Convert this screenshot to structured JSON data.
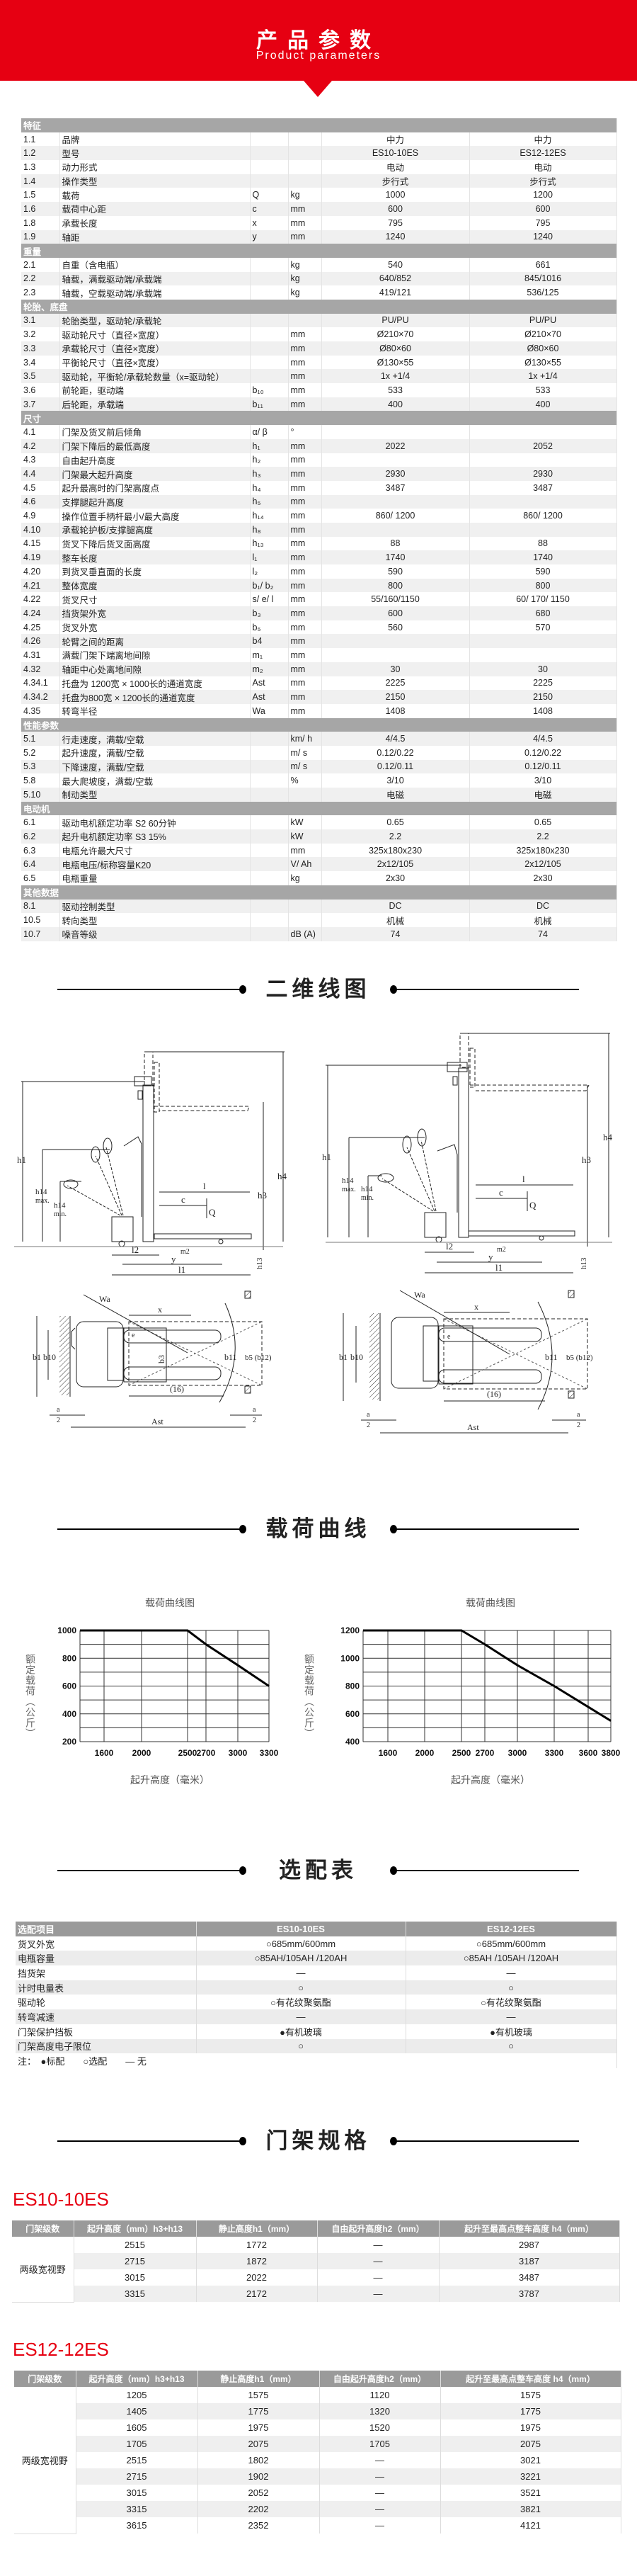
{
  "header": {
    "title": "产品参数",
    "subtitle": "Product parameters",
    "brand_color": "#e60012"
  },
  "spec_table": {
    "sections": [
      {
        "title": "特征",
        "rows": [
          [
            "1.1",
            "品牌",
            "",
            "",
            "中力",
            "中力"
          ],
          [
            "1.2",
            "型号",
            "",
            "",
            "ES10-10ES",
            "ES12-12ES"
          ],
          [
            "1.3",
            "动力形式",
            "",
            "",
            "电动",
            "电动"
          ],
          [
            "1.4",
            "操作类型",
            "",
            "",
            "步行式",
            "步行式"
          ],
          [
            "1.5",
            "载荷",
            "Q",
            "kg",
            "1000",
            "1200"
          ],
          [
            "1.6",
            "载荷中心距",
            "c",
            "mm",
            "600",
            "600"
          ],
          [
            "1.8",
            "承载长度",
            "x",
            "mm",
            "795",
            "795"
          ],
          [
            "1.9",
            "轴距",
            "y",
            "mm",
            "1240",
            "1240"
          ]
        ]
      },
      {
        "title": "重量",
        "rows": [
          [
            "2.1",
            "自重（含电瓶）",
            "",
            "kg",
            "540",
            "661"
          ],
          [
            "2.2",
            "轴载，满载驱动端/承载端",
            "",
            "kg",
            "640/852",
            "845/1016"
          ],
          [
            "2.3",
            "轴载，空载驱动端/承载端",
            "",
            "kg",
            "419/121",
            "536/125"
          ]
        ]
      },
      {
        "title": "轮胎、底盘",
        "rows": [
          [
            "3.1",
            "轮胎类型，驱动轮/承载轮",
            "",
            "",
            "PU/PU",
            "PU/PU"
          ],
          [
            "3.2",
            "驱动轮尺寸（直径×宽度）",
            "",
            "mm",
            "Ø210×70",
            "Ø210×70"
          ],
          [
            "3.3",
            "承载轮尺寸（直径×宽度）",
            "",
            "mm",
            "Ø80×60",
            "Ø80×60"
          ],
          [
            "3.4",
            "平衡轮尺寸（直径×宽度）",
            "",
            "mm",
            "Ø130×55",
            "Ø130×55"
          ],
          [
            "3.5",
            "驱动轮，平衡轮/承载轮数量（x=驱动轮）",
            "",
            "mm",
            "1x +1/4",
            "1x +1/4"
          ],
          [
            "3.6",
            "前轮距，驱动端",
            "b₁₀",
            "mm",
            "533",
            "533"
          ],
          [
            "3.7",
            "后轮距，承载端",
            "b₁₁",
            "mm",
            "400",
            "400"
          ]
        ]
      },
      {
        "title": "尺寸",
        "rows": [
          [
            "4.1",
            "门架及货叉前后倾角",
            "α/ β",
            "°",
            "",
            ""
          ],
          [
            "4.2",
            "门架下降后的最低高度",
            "h₁",
            "mm",
            "2022",
            "2052"
          ],
          [
            "4.3",
            "自由起升高度",
            "h₂",
            "mm",
            "",
            ""
          ],
          [
            "4.4",
            "门架最大起升高度",
            "h₃",
            "mm",
            "2930",
            "2930"
          ],
          [
            "4.5",
            "起升最高时的门架高度点",
            "h₄",
            "mm",
            "3487",
            "3487"
          ],
          [
            "4.6",
            "支撑腿起升高度",
            "h₅",
            "mm",
            "",
            ""
          ],
          [
            "4.9",
            "操作位置手柄杆最小/最大高度",
            "h₁₄",
            "mm",
            "860/ 1200",
            "860/ 1200"
          ],
          [
            "4.10",
            "承载轮护板/支撑腿高度",
            "h₈",
            "mm",
            "",
            ""
          ],
          [
            "4.15",
            "货叉下降后货叉面高度",
            "h₁₃",
            "mm",
            "88",
            "88"
          ],
          [
            "4.19",
            "整车长度",
            "l₁",
            "mm",
            "1740",
            "1740"
          ],
          [
            "4.20",
            "到货叉垂直面的长度",
            "l₂",
            "mm",
            "590",
            "590"
          ],
          [
            "4.21",
            "整体宽度",
            "b₁/ b₂",
            "mm",
            "800",
            "800"
          ],
          [
            "4.22",
            "货叉尺寸",
            "s/ e/ l",
            "mm",
            "55/160/1150",
            "60/ 170/ 1150"
          ],
          [
            "4.24",
            "挡货架外宽",
            "b₃",
            "mm",
            "600",
            "680"
          ],
          [
            "4.25",
            "货叉外宽",
            "b₅",
            "mm",
            "560",
            "570"
          ],
          [
            "4.26",
            "轮臂之间的距离",
            "b4",
            "mm",
            "",
            ""
          ],
          [
            "4.31",
            "满载门架下端离地间隙",
            "m₁",
            "mm",
            "",
            ""
          ],
          [
            "4.32",
            "轴距中心处离地间隙",
            "m₂",
            "mm",
            "30",
            "30"
          ],
          [
            "4.34.1",
            "托盘为 1200宽 × 1000长的通道宽度",
            "Ast",
            "mm",
            "2225",
            "2225"
          ],
          [
            "4.34.2",
            "托盘为800宽 × 1200长的通道宽度",
            "Ast",
            "mm",
            "2150",
            "2150"
          ],
          [
            "4.35",
            "转弯半径",
            "Wa",
            "mm",
            "1408",
            "1408"
          ]
        ]
      },
      {
        "title": "性能参数",
        "rows": [
          [
            "5.1",
            "行走速度，满载/空载",
            "",
            "km/ h",
            "4/4.5",
            "4/4.5"
          ],
          [
            "5.2",
            "起升速度，满载/空载",
            "",
            "m/ s",
            "0.12/0.22",
            "0.12/0.22"
          ],
          [
            "5.3",
            "下降速度，满载/空载",
            "",
            "m/ s",
            "0.12/0.11",
            "0.12/0.11"
          ],
          [
            "5.8",
            "最大爬坡度，满载/空载",
            "",
            "%",
            "3/10",
            "3/10"
          ],
          [
            "5.10",
            "制动类型",
            "",
            "",
            "电磁",
            "电磁"
          ]
        ]
      },
      {
        "title": "电动机",
        "rows": [
          [
            "6.1",
            "驱动电机额定功率 S2 60分钟",
            "",
            "kW",
            "0.65",
            "0.65"
          ],
          [
            "6.2",
            "起升电机额定功率 S3 15%",
            "",
            "kW",
            "2.2",
            "2.2"
          ],
          [
            "6.3",
            "电瓶允许最大尺寸",
            "",
            "mm",
            "325x180x230",
            "325x180x230"
          ],
          [
            "6.4",
            "电瓶电压/标称容量K20",
            "",
            "V/ Ah",
            "2x12/105",
            "2x12/105"
          ],
          [
            "6.5",
            "电瓶重量",
            "",
            "kg",
            "2x30",
            "2x30"
          ]
        ]
      },
      {
        "title": "其他数据",
        "rows": [
          [
            "8.1",
            "驱动控制类型",
            "",
            "",
            "DC",
            "DC"
          ],
          [
            "10.5",
            "转向类型",
            "",
            "",
            "机械",
            "机械"
          ],
          [
            "10.7",
            "噪音等级",
            "",
            "dB (A)",
            "74",
            "74"
          ]
        ]
      }
    ]
  },
  "drawings": {
    "title": "二维线图",
    "side_labels": {
      "h1": "h1",
      "h4": "h4",
      "h3": "h3",
      "h14max": "h14",
      "max": "max.",
      "h14min": "h14",
      "min": "min.",
      "l": "l",
      "c": "c",
      "Q": "Q",
      "l2": "l2",
      "y": "y",
      "m2": "m2",
      "l1": "l1",
      "h13": "h13"
    },
    "top_labels": {
      "Wa": "Wa",
      "x": "x",
      "b1": "b1",
      "b10": "b10",
      "b3": "b3",
      "b11": "b11",
      "b5": "b5 (b12)",
      "e": "e",
      "r16": "(16)",
      "a": "a",
      "two": "2",
      "Ast": "Ast"
    }
  },
  "load_curves": {
    "title": "载荷曲线",
    "chart_data": [
      {
        "type": "line",
        "title": "载荷曲线图",
        "xlabel": "起升高度（毫米）",
        "ylabel": "额定载荷（公斤）",
        "x_ticks": [
          1600,
          2000,
          2500,
          2700,
          3000,
          3300
        ],
        "y_ticks": [
          200,
          400,
          600,
          800,
          1000
        ],
        "xlim": [
          1300,
          3300
        ],
        "ylim": [
          200,
          1000
        ],
        "grid": true,
        "y_grid_step": 100,
        "points": [
          [
            1300,
            1000
          ],
          [
            2500,
            1000
          ],
          [
            2700,
            900
          ],
          [
            3000,
            750
          ],
          [
            3300,
            600
          ]
        ]
      },
      {
        "type": "line",
        "title": "载荷曲线图",
        "xlabel": "起升高度（毫米）",
        "ylabel": "额定载荷（公斤）",
        "x_ticks": [
          1600,
          2000,
          2500,
          2700,
          3000,
          3300,
          3600,
          3800
        ],
        "y_ticks": [
          400,
          600,
          800,
          1000,
          1200
        ],
        "xlim": [
          1300,
          3800
        ],
        "ylim": [
          400,
          1200
        ],
        "grid": true,
        "y_grid_step": 100,
        "points": [
          [
            1300,
            1200
          ],
          [
            2500,
            1200
          ],
          [
            2700,
            1100
          ],
          [
            3000,
            950
          ],
          [
            3300,
            800
          ],
          [
            3600,
            650
          ],
          [
            3800,
            550
          ]
        ]
      }
    ]
  },
  "options": {
    "title": "选配表",
    "header": [
      "选配项目",
      "ES10-10ES",
      "ES12-12ES"
    ],
    "rows": [
      [
        "货叉外宽",
        "○685mm/600mm",
        "○685mm/600mm"
      ],
      [
        "电瓶容量",
        "○85AH/105AH /120AH",
        "○85AH /105AH /120AH"
      ],
      [
        "挡货架",
        "—",
        "—"
      ],
      [
        "计时电量表",
        "○",
        "○"
      ],
      [
        "驱动轮",
        "○有花纹聚氨酯",
        "○有花纹聚氨酯"
      ],
      [
        "转弯减速",
        "—",
        "—"
      ],
      [
        "门架保护挡板",
        "●有机玻璃",
        "●有机玻璃"
      ],
      [
        "门架高度电子限位",
        "○",
        "○"
      ]
    ],
    "note": "注：　●标配　　○选配　　— 无"
  },
  "gantry": {
    "title": "门架规格",
    "header": [
      "门架级数",
      "起升高度（mm）h3+h13",
      "静止高度h1（mm）",
      "自由起升高度h2（mm）",
      "起升至最高点整车高度 h4（mm）"
    ],
    "tables": [
      {
        "model": "ES10-10ES",
        "group": "两级宽视野",
        "rows": [
          [
            "2515",
            "1772",
            "—",
            "2987"
          ],
          [
            "2715",
            "1872",
            "—",
            "3187"
          ],
          [
            "3015",
            "2022",
            "—",
            "3487"
          ],
          [
            "3315",
            "2172",
            "—",
            "3787"
          ]
        ]
      },
      {
        "model": "ES12-12ES",
        "group": "两级宽视野",
        "rows": [
          [
            "1205",
            "1575",
            "1120",
            "1575"
          ],
          [
            "1405",
            "1775",
            "1320",
            "1775"
          ],
          [
            "1605",
            "1975",
            "1520",
            "1975"
          ],
          [
            "1705",
            "2075",
            "1705",
            "2075"
          ],
          [
            "2515",
            "1802",
            "—",
            "3021"
          ],
          [
            "2715",
            "1902",
            "—",
            "3221"
          ],
          [
            "3015",
            "2052",
            "—",
            "3521"
          ],
          [
            "3315",
            "2202",
            "—",
            "3821"
          ],
          [
            "3615",
            "2352",
            "—",
            "4121"
          ]
        ]
      }
    ]
  }
}
